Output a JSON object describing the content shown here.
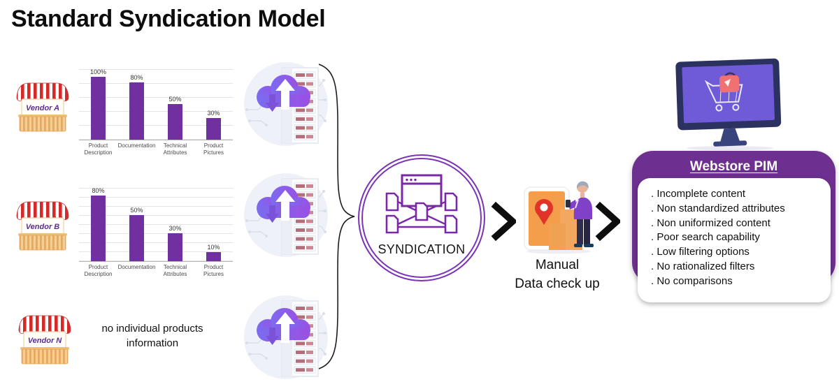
{
  "title": "Standard Syndication Model",
  "vendors": [
    {
      "name": "Vendor A"
    },
    {
      "name": "Vendor B"
    },
    {
      "name": "Vendor N"
    }
  ],
  "vendor_n_note": "no individual products information",
  "chart_data": [
    {
      "type": "bar",
      "vendor": "Vendor A",
      "categories": [
        "Product\nDescription",
        "Documentation",
        "Technical\nAttributes",
        "Product Pictures"
      ],
      "values": [
        100,
        80,
        50,
        30
      ],
      "value_labels": [
        "100%",
        "80%",
        "50%",
        "30%"
      ],
      "unit": "%",
      "ylim": [
        0,
        100
      ],
      "grid": true,
      "legend": "none",
      "bar_color": "#7030A0"
    },
    {
      "type": "bar",
      "vendor": "Vendor B",
      "categories": [
        "Product\nDescription",
        "Documentation",
        "Technical\nAttributes",
        "Product Pictures"
      ],
      "values": [
        80,
        50,
        30,
        10
      ],
      "value_labels": [
        "80%",
        "50%",
        "30%",
        "10%"
      ],
      "unit": "%",
      "ylim": [
        0,
        80
      ],
      "grid": true,
      "legend": "none",
      "bar_color": "#7030A0"
    }
  ],
  "syndication_label": "SYNDICATION",
  "manual_check": {
    "line1": "Manual",
    "line2": "Data check up"
  },
  "webstore_pim": {
    "title": "Webstore PIM",
    "issues": [
      "Incomplete content",
      "Non standardized attributes",
      "Non uniformized content",
      "Poor search capability",
      "Low filtering options",
      "No rationalized filters",
      "No comparisons"
    ]
  },
  "icons": {
    "vendor": "storefront-icon",
    "upload": "cloud-upload-server-icon",
    "syndication": "document-network-icon",
    "arrow": "chevron-right-icon",
    "manual": "person-phone-location-icon",
    "webstore": "monitor-shopping-cart-icon",
    "connector": "curly-brace"
  },
  "colors": {
    "accent_purple": "#7030A0",
    "bar_purple": "#7030A0",
    "pim_purple": "#6E3090",
    "circle_border": "#7B34B8",
    "cloud_gradient_start": "#7B6BF0",
    "cloud_gradient_end": "#9A50E2",
    "monitor_screen": "#6F5AD8",
    "pin_red": "#E23328",
    "phone_orange": "#F49D4A",
    "awning_red": "#D42A2A",
    "counter_tan": "#F6CE92"
  }
}
